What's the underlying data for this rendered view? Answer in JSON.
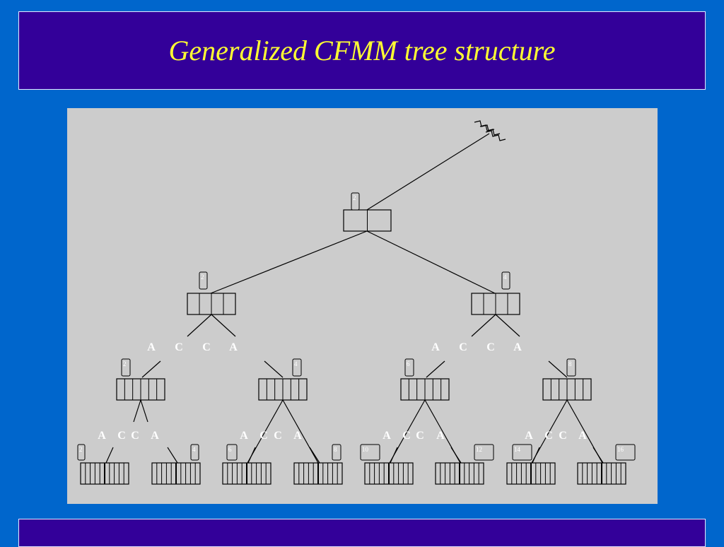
{
  "slide": {
    "title": "Generalized CFMM tree structure"
  },
  "colors": {
    "background": "#0066cc",
    "title_box": "#330099",
    "title_text": "#ffff33",
    "diagram_panel": "#cccccc"
  },
  "tree": {
    "root": {
      "label": "2"
    },
    "level1": [
      {
        "label": "2",
        "sublabels": [
          "A",
          "C",
          "C",
          "A"
        ]
      },
      {
        "label": "4",
        "sublabels": [
          "A",
          "C",
          "C",
          "A"
        ]
      }
    ],
    "level2": [
      {
        "label": "2",
        "sublabels": [
          "A",
          "C",
          "C",
          "A"
        ]
      },
      {
        "label": "4",
        "sublabels": [
          "A",
          "C",
          "C",
          "A"
        ]
      },
      {
        "label": "6",
        "sublabels": [
          "A",
          "C",
          "C",
          "A"
        ]
      },
      {
        "label": "8",
        "sublabels": [
          "A",
          "C",
          "C",
          "A"
        ]
      }
    ],
    "level3": [
      {
        "label": "2"
      },
      {
        "label": "4"
      },
      {
        "label": "6"
      },
      {
        "label": "8"
      },
      {
        "label": "10"
      },
      {
        "label": "12"
      },
      {
        "label": "14"
      },
      {
        "label": "16"
      }
    ]
  }
}
